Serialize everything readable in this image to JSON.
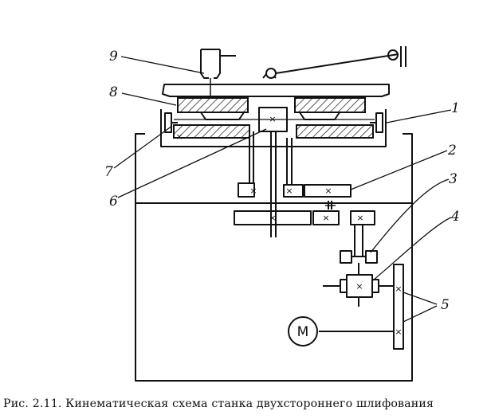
{
  "figure": {
    "caption": "Рис. 2.11. Кинематическая схема станка двухстороннего шлифования",
    "labels": [
      "1",
      "2",
      "3",
      "4",
      "5",
      "6",
      "7",
      "8",
      "9"
    ],
    "motor_label": "M",
    "shaft_mark": "×"
  }
}
